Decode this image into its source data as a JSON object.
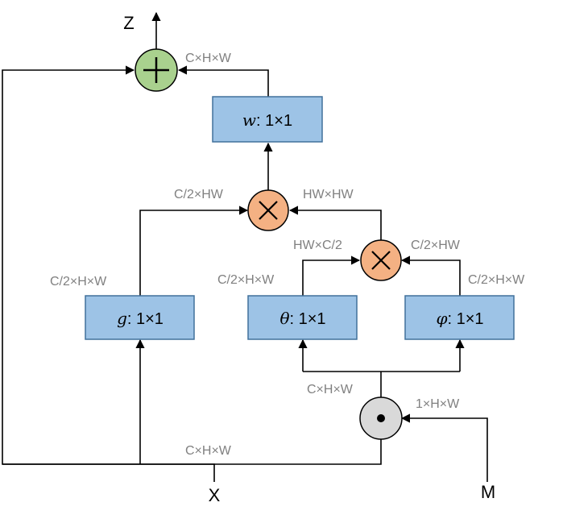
{
  "io": {
    "output": "Z",
    "input_x": "X",
    "input_m": "M"
  },
  "blocks": {
    "w": {
      "symbol": "w",
      "label": ": 1×1"
    },
    "g": {
      "symbol": "g",
      "label": ": 1×1"
    },
    "theta": {
      "symbol": "θ",
      "label": ": 1×1"
    },
    "phi": {
      "symbol": "φ",
      "label": ": 1×1"
    }
  },
  "dims": {
    "add_in": "C×H×W",
    "mul_top_left": "C/2×HW",
    "mul_top_right": "HW×HW",
    "mul_inner_left": "HW×C/2",
    "mul_inner_right": "C/2×HW",
    "g_out": "C/2×H×W",
    "theta_out": "C/2×H×W",
    "phi_out": "C/2×H×W",
    "dot_out": "C×H×W",
    "m_in": "1×H×W",
    "x_bottom": "C×H×W"
  },
  "colors": {
    "conv_block": "#9dc3e6",
    "add_node": "#a9d18e",
    "mul_node": "#f4b183",
    "dot_node": "#d9d9d9",
    "dim_text": "#808080"
  }
}
